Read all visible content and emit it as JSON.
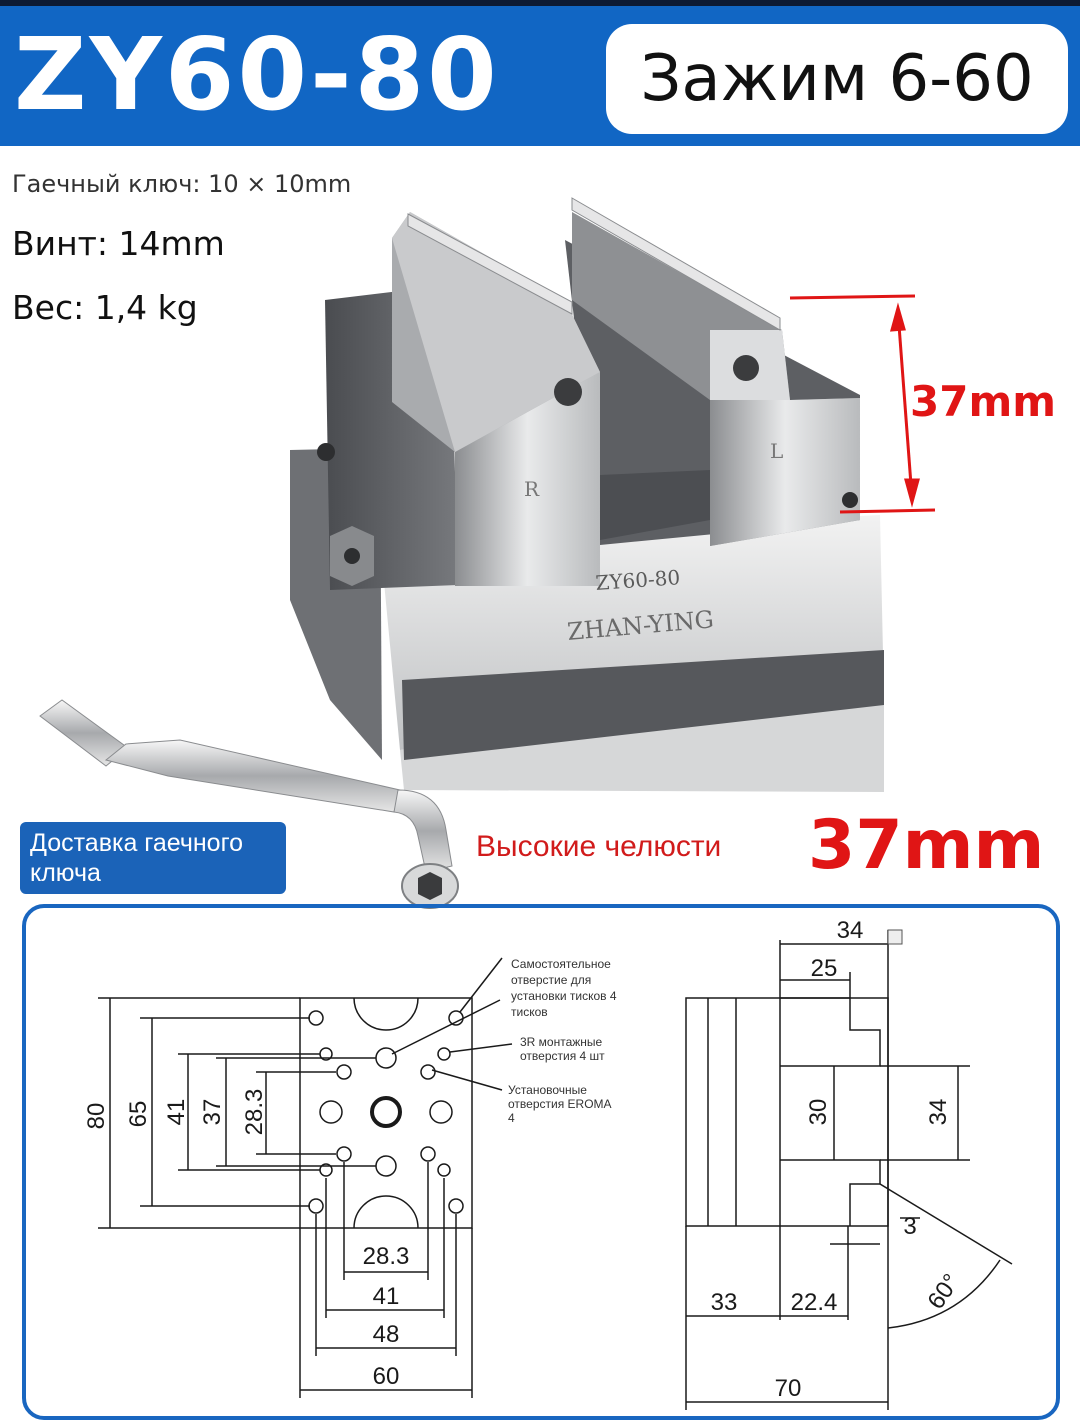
{
  "header": {
    "model_code": "ZY60-80",
    "clamp_range": "Зажим 6-60"
  },
  "specs": {
    "wrench": "Гаечный ключ: 10 × 10mm",
    "screw": "Винт: 14mm",
    "weight": "Вес: 1,4 kg"
  },
  "photo": {
    "jaw_height_label": "37mm",
    "engraving_model": "ZY60-80",
    "engraving_brand": "ZHAN-YING",
    "jaw_left_mark": "R",
    "jaw_right_mark": "L"
  },
  "features": {
    "delivery_tag": "Доставка гаечного ключа",
    "tall_jaws": "Высокие челюсти",
    "tall_jaws_size": "37mm"
  },
  "drawing": {
    "notes": {
      "standalone_hole": [
        "Самостоятельное",
        "отверстие для",
        "установки тисков 4",
        "тисков"
      ],
      "mounting_3r": [
        "3R монтажные",
        "отверстия 4 шт"
      ],
      "eroma_holes": [
        "Установочные",
        "отверстия EROMA",
        "4"
      ]
    },
    "top_view": {
      "height_80": "80",
      "height_65": "65",
      "height_41": "41",
      "height_37": "37",
      "height_28_3": "28.3",
      "width_28_3": "28.3",
      "width_41": "41",
      "width_48": "48",
      "width_60": "60"
    },
    "side_view": {
      "top_34": "34",
      "top_25": "25",
      "gap_30": "30",
      "right_34": "34",
      "step_3": "3",
      "base_33": "33",
      "base_22_4": "22.4",
      "total_70": "70",
      "angle": "60°"
    }
  },
  "colors": {
    "banner": "#1166c4",
    "accent_red": "#e01515",
    "frame_blue": "#1966c0"
  }
}
